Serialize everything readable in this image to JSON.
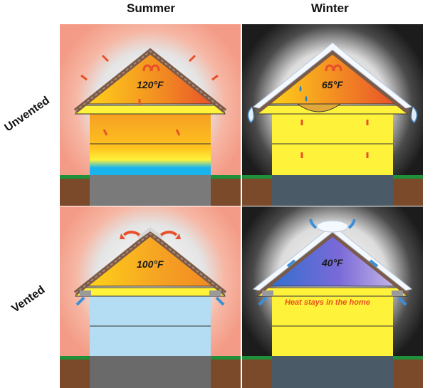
{
  "columns": {
    "summer": "Summer",
    "winter": "Winter"
  },
  "rows": {
    "unvented": "Unvented",
    "vented": "Vented"
  },
  "panels": {
    "unvented_summer": {
      "temp": "120°F"
    },
    "unvented_winter": {
      "temp": "65°F"
    },
    "vented_summer": {
      "temp": "100°F"
    },
    "vented_winter": {
      "temp": "40°F",
      "note": "Heat stays in the home"
    }
  },
  "colors": {
    "summer_sky": "#f39b86",
    "winter_sky": "#1c1c1c",
    "attic_hot": "#e8502a",
    "attic_warm": "#ffd21a",
    "wall_yellow": "#fff23a",
    "wall_cold_blue": "#b4dcf2",
    "basement_blue": "#19b4ee",
    "grass": "#1f8f3a",
    "soil": "#7a4a2a",
    "arrow_blue": "#3a8fd8",
    "arrow_red": "#e8502a"
  }
}
